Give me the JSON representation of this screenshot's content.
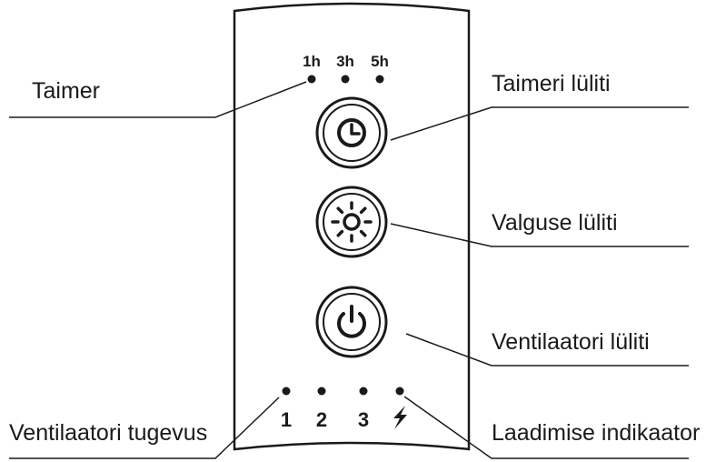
{
  "timer_indicator_labels": [
    "1h",
    "3h",
    "5h"
  ],
  "fan_speed_labels": [
    "1",
    "2",
    "3"
  ],
  "callouts": {
    "timer": "Taimer",
    "timer_switch": "Taimeri lüliti",
    "light_switch": "Valguse lüliti",
    "fan_switch": "Ventilaatori lüliti",
    "fan_speed": "Ventilaatori tugevus",
    "charging_indicator": "Laadimise indikaator"
  },
  "icons": {
    "timer_button": "clock-icon",
    "light_button": "sun-icon",
    "fan_button": "power-icon",
    "charging": "lightning-bolt-icon"
  },
  "colors": {
    "ink": "#1a1a1a",
    "background": "#ffffff"
  }
}
